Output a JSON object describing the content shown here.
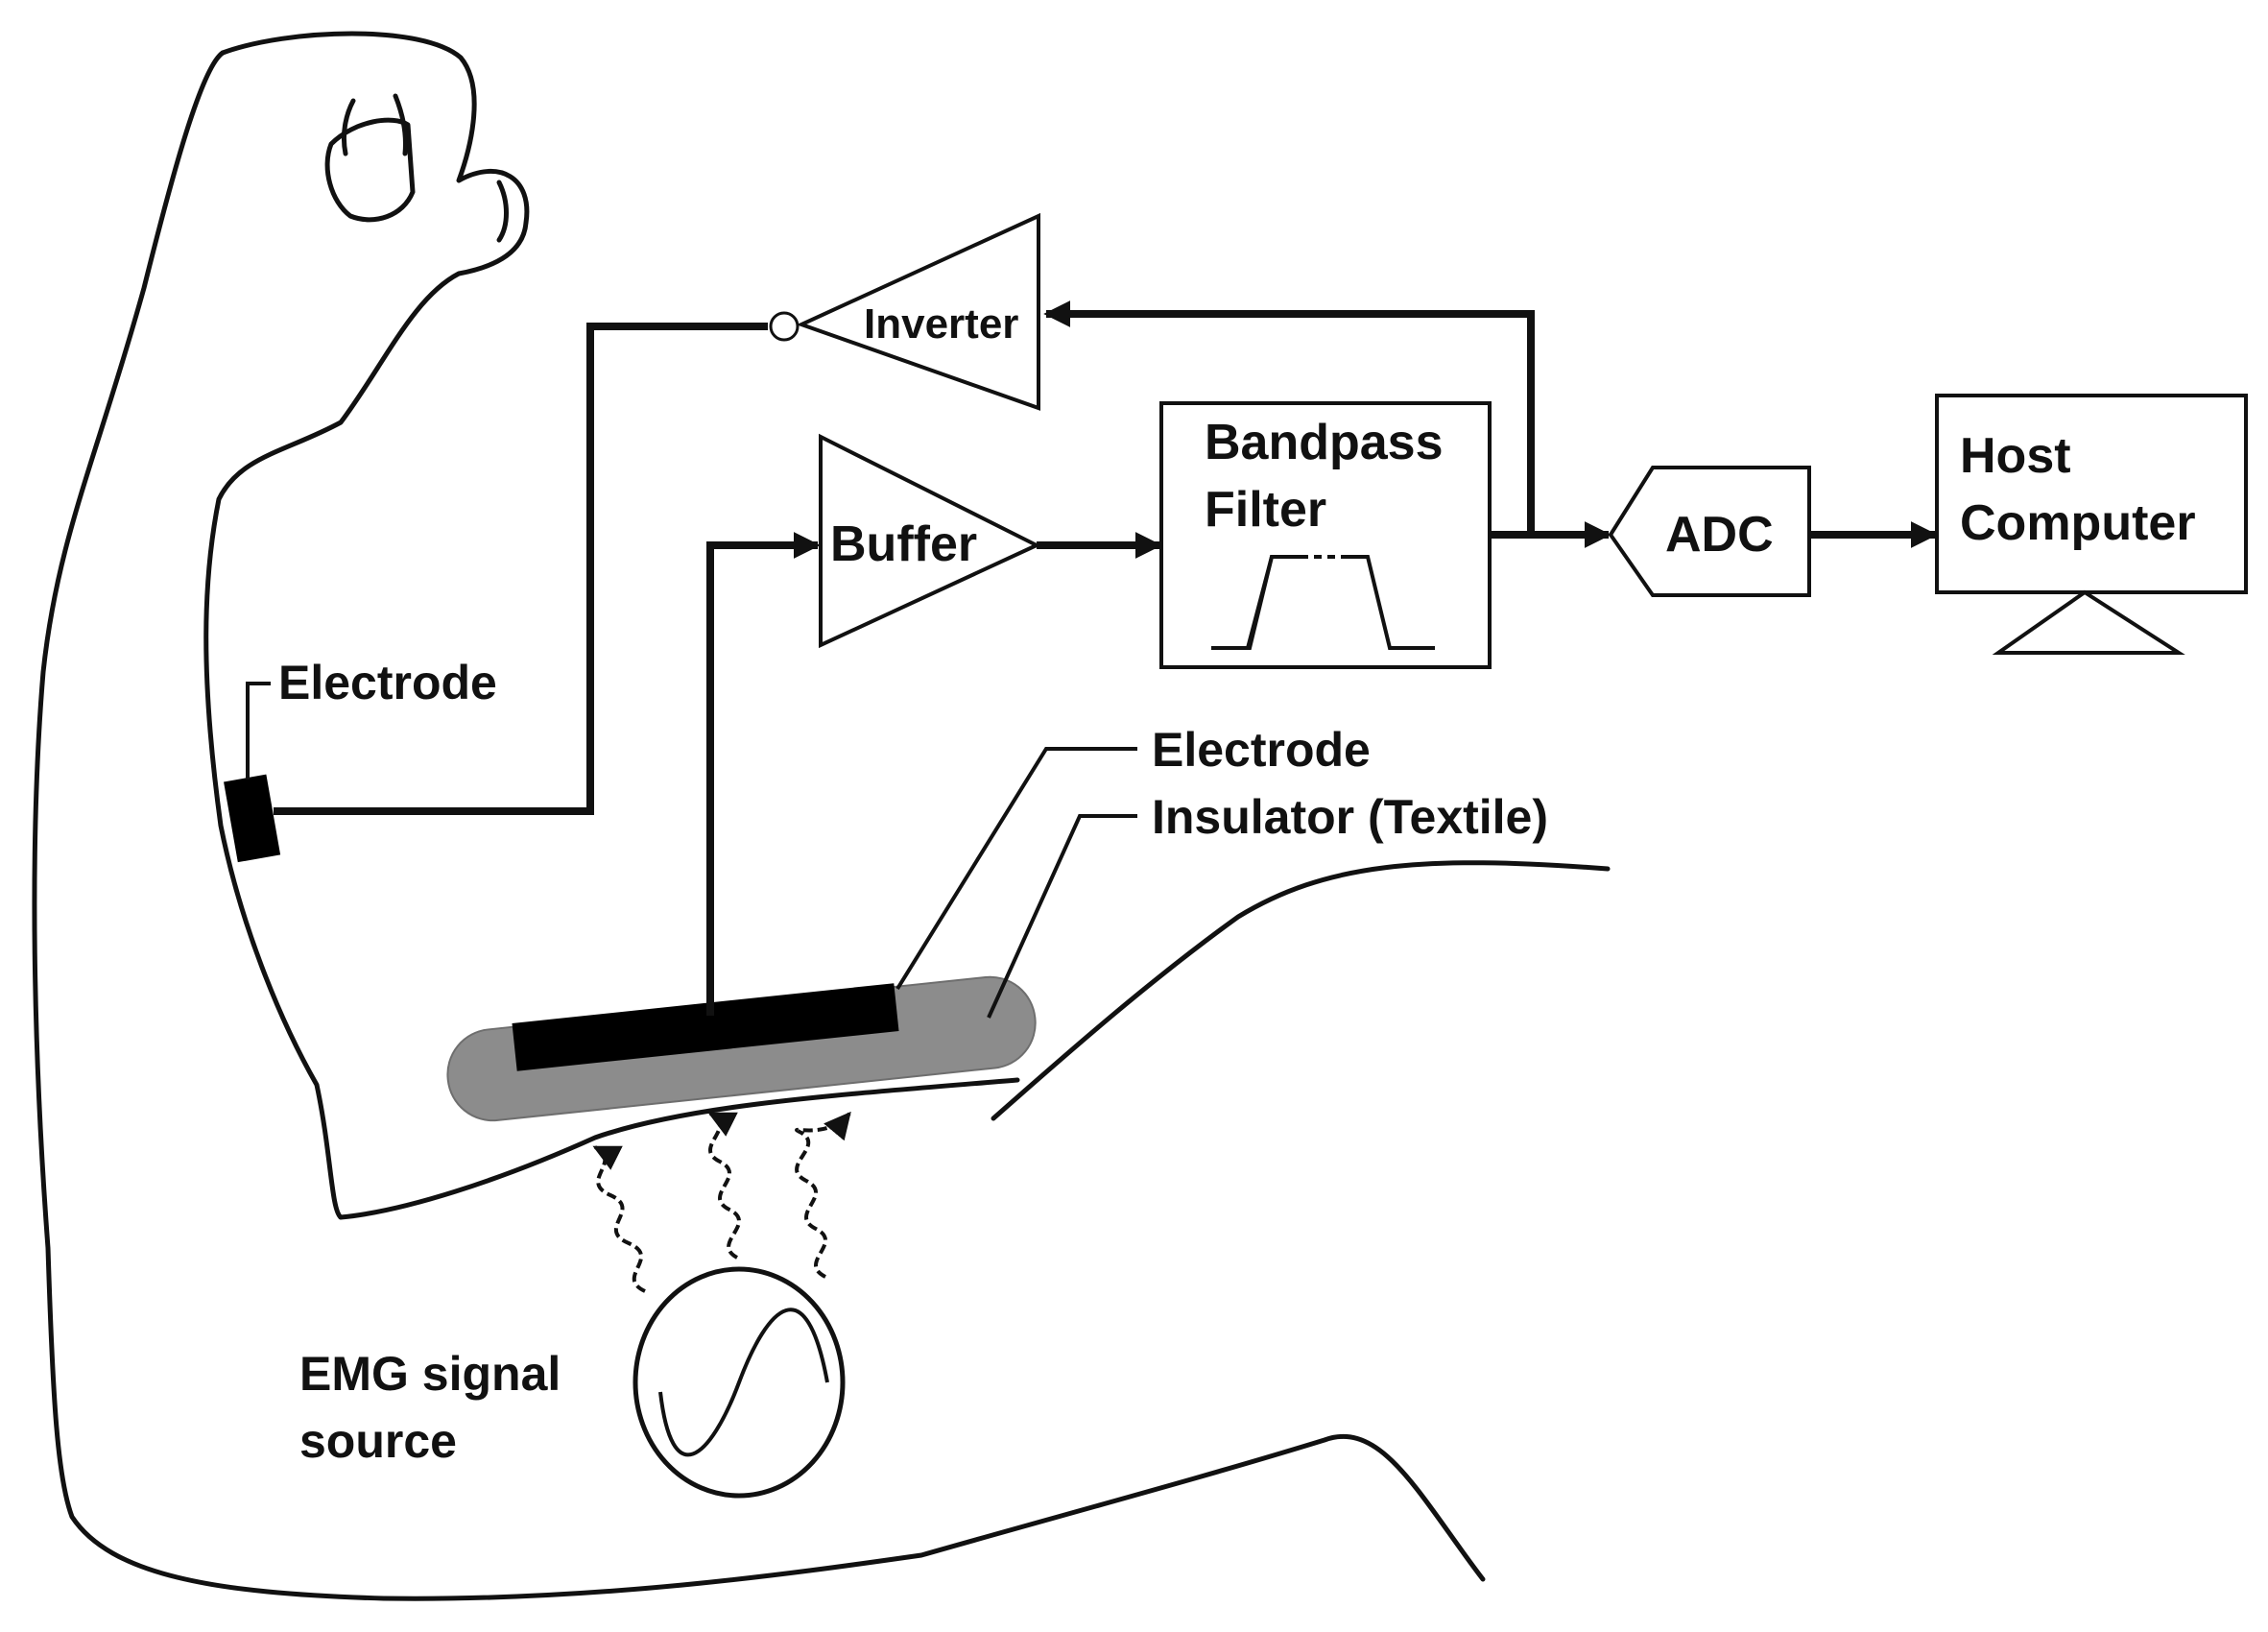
{
  "blocks": {
    "inverter": "Inverter",
    "buffer": "Buffer",
    "bandpass_line1": "Bandpass",
    "bandpass_line2": "Filter",
    "adc": "ADC",
    "host_line1": "Host",
    "host_line2": "Computer"
  },
  "labels": {
    "electrode_reference": "Electrode",
    "electrode_sensing": "Electrode",
    "insulator": "Insulator (Textile)",
    "emg_line1": "EMG signal",
    "emg_line2": "source"
  },
  "colors": {
    "ink": "#111111",
    "insulator": "#8c8c8c",
    "electrode": "#000000"
  }
}
